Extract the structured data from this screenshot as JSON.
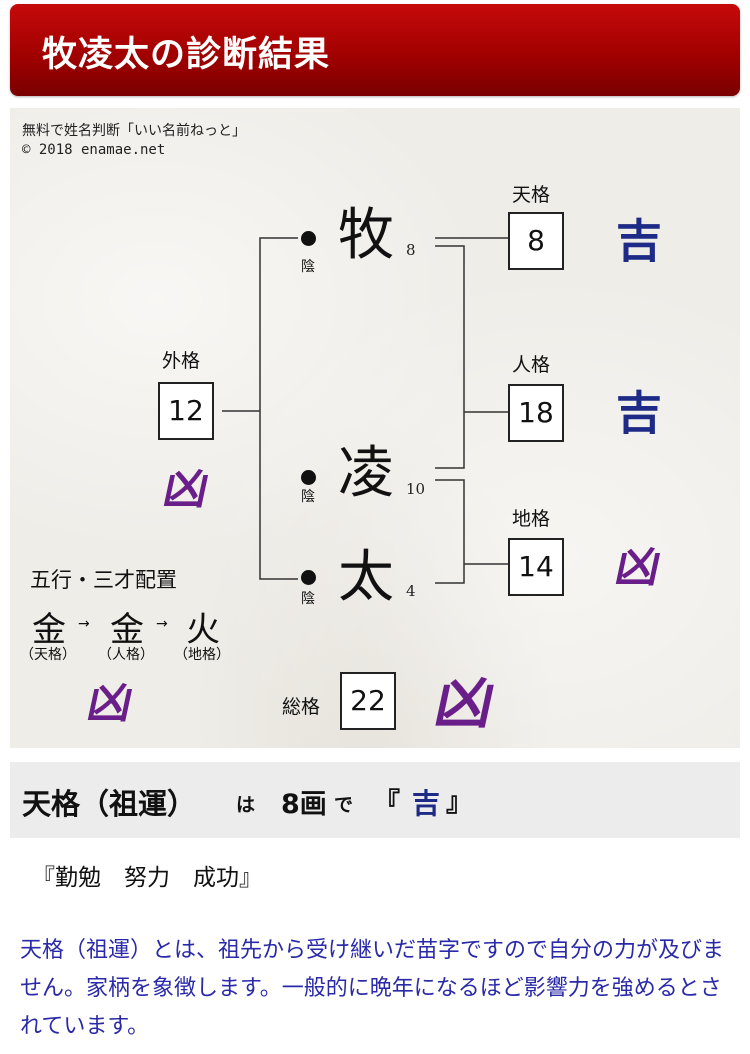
{
  "header": {
    "title": "牧凌太の診断結果"
  },
  "diagram": {
    "credit_line1": "無料で姓名判断「いい名前ねっと」",
    "credit_line2": "© 2018 enamae.net",
    "characters": [
      {
        "char": "牧",
        "strokes": "8",
        "yinyang": "陰"
      },
      {
        "char": "凌",
        "strokes": "10",
        "yinyang": "陰"
      },
      {
        "char": "太",
        "strokes": "4",
        "yinyang": "陰"
      }
    ],
    "tenkaku": {
      "label": "天格",
      "value": "8",
      "fortune": "吉"
    },
    "jinkaku": {
      "label": "人格",
      "value": "18",
      "fortune": "吉"
    },
    "chikaku": {
      "label": "地格",
      "value": "14",
      "fortune": "凶"
    },
    "gaikaku": {
      "label": "外格",
      "value": "12",
      "fortune": "凶"
    },
    "soukaku": {
      "label": "総格",
      "value": "22",
      "fortune": "凶"
    },
    "gogyo": {
      "title": "五行・三才配置",
      "elements": [
        "金",
        "金",
        "火"
      ],
      "arrow": "→",
      "subs": [
        "（天格）",
        "（人格）",
        "（地格）"
      ],
      "fortune": "凶"
    }
  },
  "detail": {
    "title": "天格（祖運）",
    "wa": "は",
    "count": "8画",
    "de": "で",
    "open_quote": "『",
    "fortune": "吉",
    "close_quote": "』",
    "keywords": "『勤勉　努力　成功』",
    "description": "天格（祖運）とは、祖先から受け継いだ苗字ですので自分の力が及びません。家柄を象徴します。一般的に晩年になるほど影響力を強めるとされています。"
  },
  "colors": {
    "header_red": "#b00000",
    "kichi_blue": "#1d2a86",
    "kyo_purple": "#6a1e8a",
    "description_blue": "#2a2aa8"
  }
}
